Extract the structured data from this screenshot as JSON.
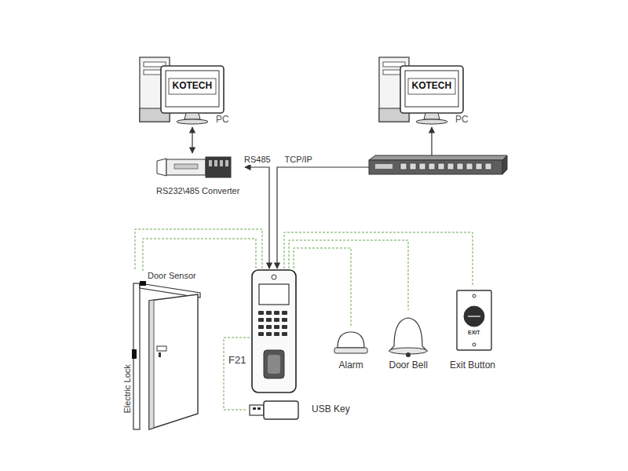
{
  "diagram": {
    "nodes": [
      {
        "text": [
          "KOTECH",
          "PC"
        ]
      },
      {
        "text": [
          "KOTECH",
          "PC"
        ]
      },
      {
        "text": [
          "RS232\\485 Converter"
        ]
      },
      {
        "text": [
          "Door Sensor",
          "Electric Lock"
        ]
      },
      {
        "text": [
          "F21"
        ]
      },
      {
        "text": [
          "Alarm"
        ]
      },
      {
        "text": [
          "Door Bell"
        ]
      },
      {
        "text": [
          "EXIT",
          "Exit Button"
        ]
      },
      {
        "text": [
          "USB Key"
        ]
      }
    ],
    "edges": [
      {
        "from": 0,
        "to": 2,
        "arrow": "both"
      },
      {
        "from": 2,
        "to": 4,
        "label": "RS485",
        "arrow": "both"
      },
      {
        "from": 4,
        "to": 1,
        "label": "TCP/IP",
        "arrow": "both"
      },
      {
        "from": 4,
        "to": 3,
        "arrow": "none"
      },
      {
        "from": 4,
        "to": 3,
        "arrow": "none"
      },
      {
        "from": 4,
        "to": 5,
        "arrow": "none"
      },
      {
        "from": 4,
        "to": 6,
        "arrow": "none"
      },
      {
        "from": 4,
        "to": 7,
        "arrow": "none"
      },
      {
        "from": 4,
        "to": 8,
        "arrow": "none"
      }
    ]
  }
}
